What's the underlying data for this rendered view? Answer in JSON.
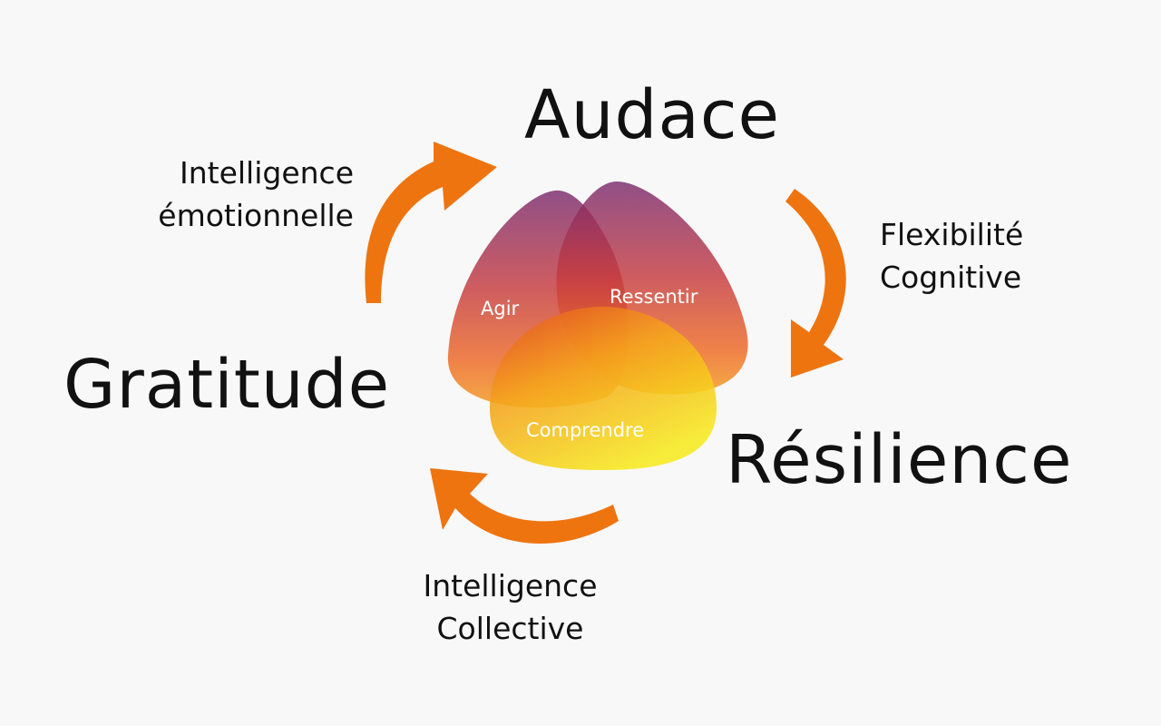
{
  "title": "Audace",
  "nodes": {
    "audace": "Audace",
    "gratitude": "Gratitude",
    "resilience": "Résilience"
  },
  "transitions": {
    "gratitude_to_audace": {
      "line1": "Intelligence",
      "line2": "émotionnelle"
    },
    "audace_to_resilience": {
      "line1": "Flexibilité",
      "line2": "Cognitive"
    },
    "resilience_to_gratitude": {
      "line1": "Intelligence",
      "line2": "Collective"
    }
  },
  "venn": {
    "left_petal": "Agir",
    "right_petal": "Ressentir",
    "bottom_petal": "Comprendre"
  },
  "colors": {
    "arrow": "#ee7410",
    "purple": "#7b2d6d",
    "red": "#d93a27",
    "orange": "#f07a1a",
    "yellow": "#f6e51e",
    "background": "#f8f8f8"
  },
  "icons": {
    "cycle_arrows": "curved-arrow-icon"
  }
}
